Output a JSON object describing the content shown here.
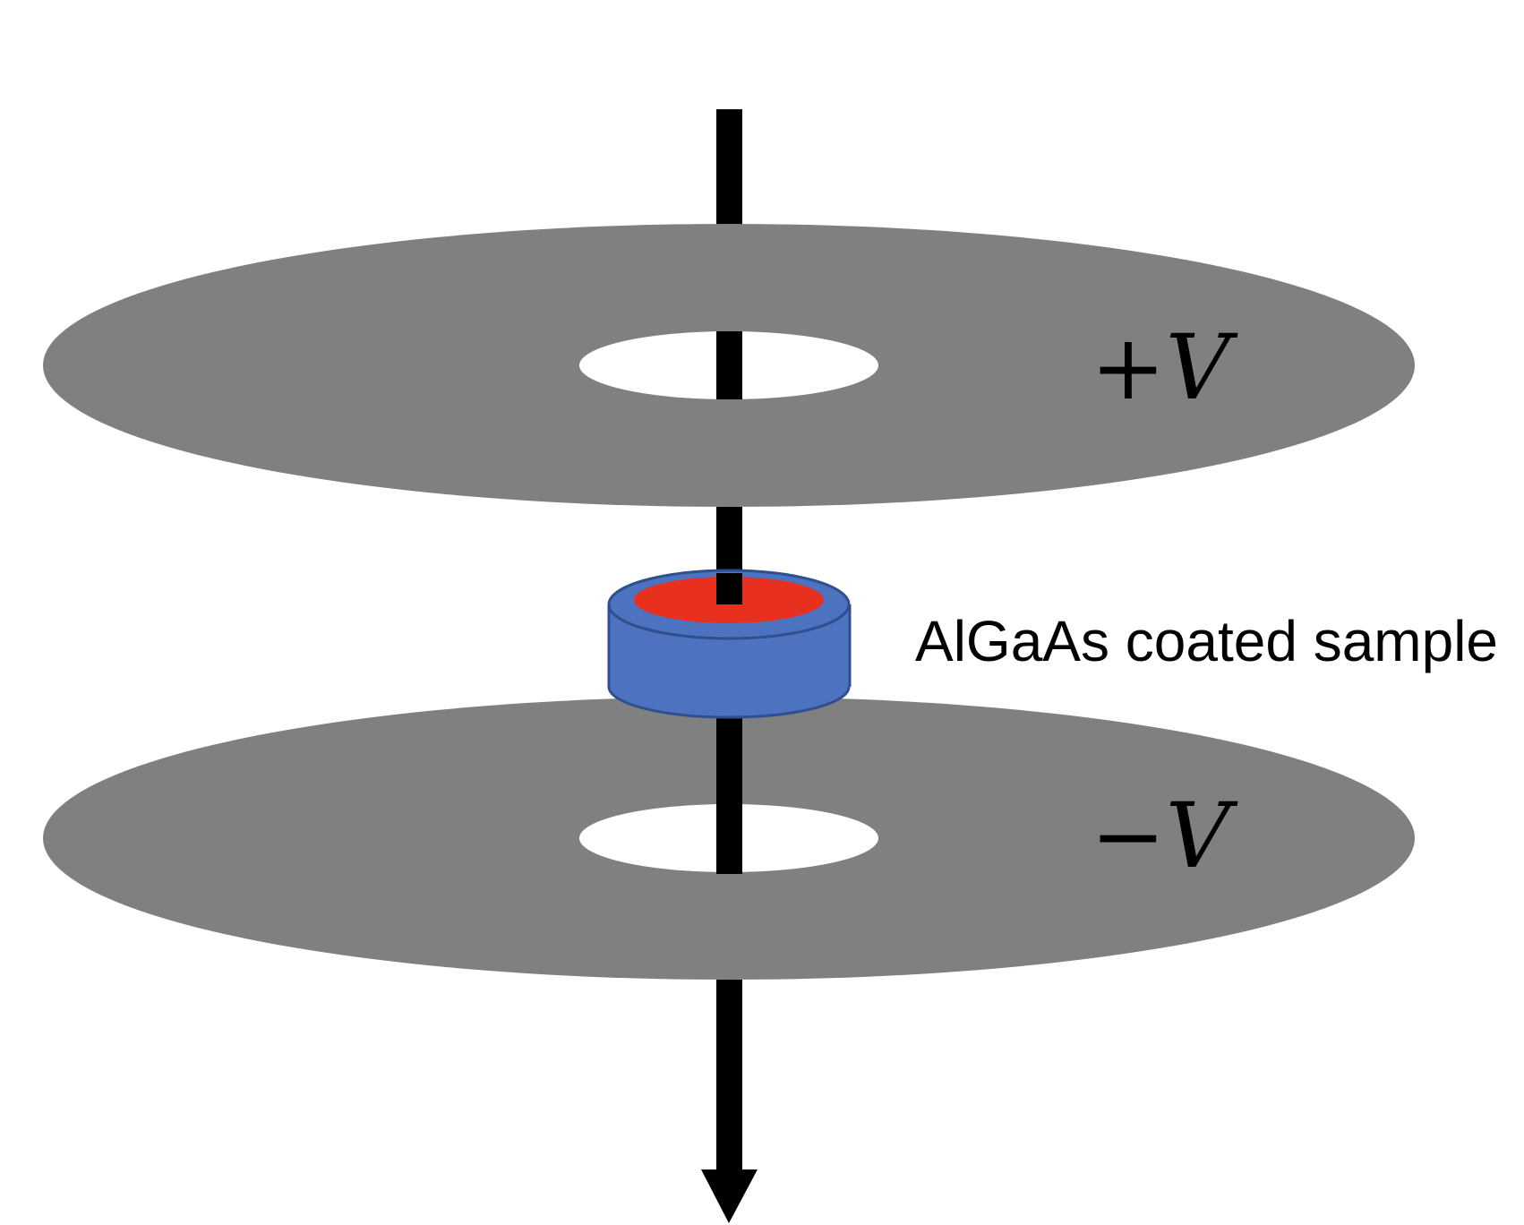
{
  "labels": {
    "top_plate_voltage": "+V",
    "bottom_plate_voltage": "−V",
    "sample": "AlGaAs coated sample"
  },
  "colors": {
    "plate": "#808080",
    "hole": "#ffffff",
    "beam": "#000000",
    "sample_outer": "#4d72bf",
    "sample_outline": "#2f4f8f",
    "sample_inner": "#e8301f"
  }
}
